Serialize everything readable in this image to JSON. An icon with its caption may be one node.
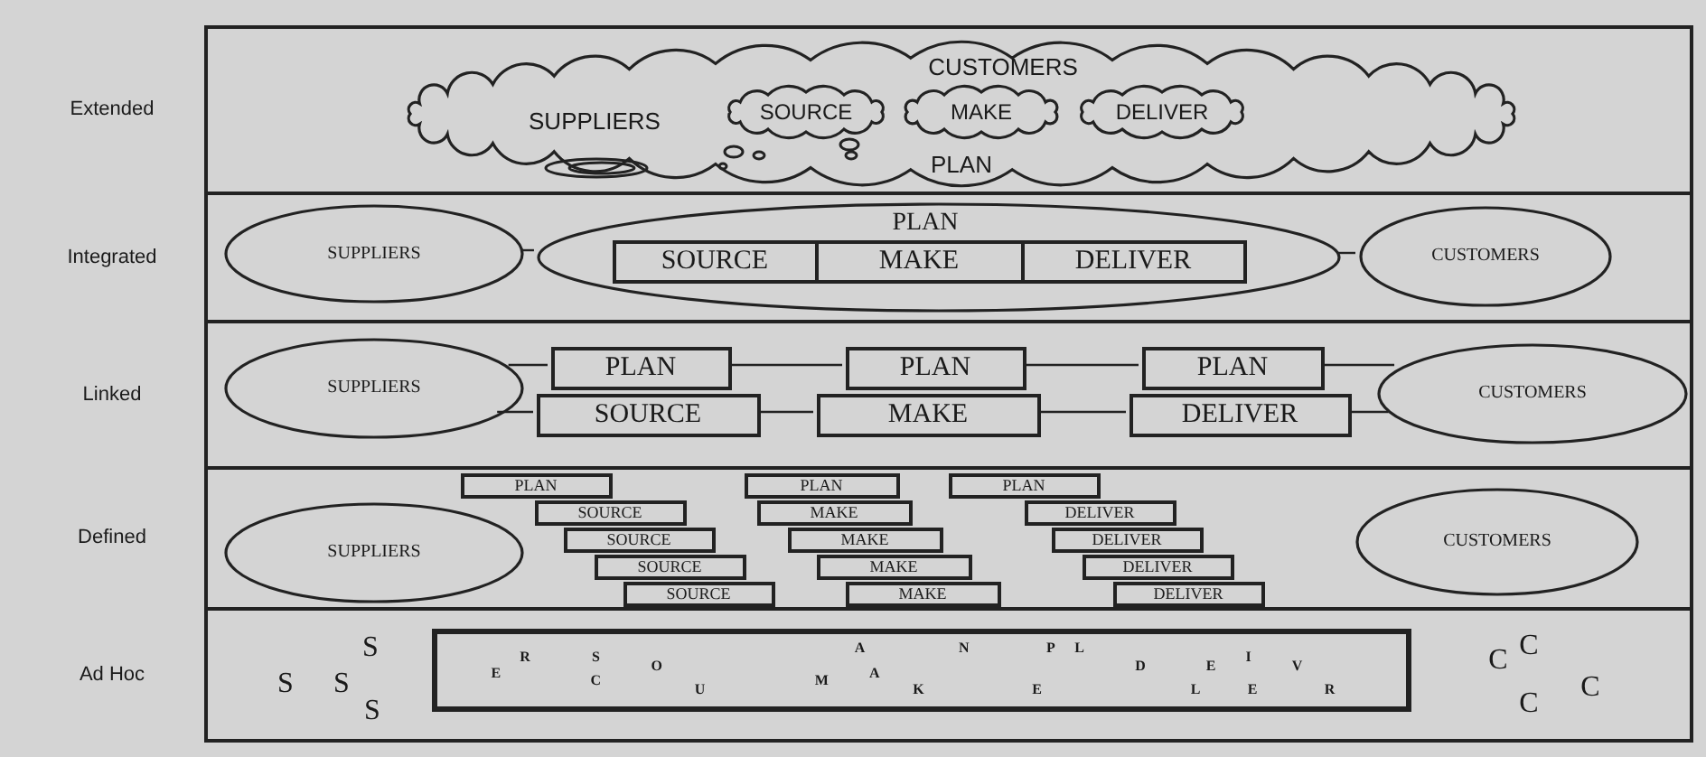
{
  "diagram": {
    "nodes": [
      {
        "text": [
          "Extended"
        ]
      },
      {
        "text": [
          "SUPPLIERS",
          "CUSTOMERS",
          "PLAN"
        ],
        "in": 0
      },
      {
        "text": [
          "SOURCE"
        ],
        "in": 1
      },
      {
        "text": [
          "MAKE"
        ],
        "in": 1
      },
      {
        "text": [
          "DELIVER"
        ],
        "in": 1
      },
      {
        "text": [
          "Integrated"
        ]
      },
      {
        "text": [
          "SUPPLIERS"
        ],
        "in": 5
      },
      {
        "text": [
          "PLAN"
        ],
        "in": 5
      },
      {
        "text": [
          "SOURCE"
        ],
        "in": 7
      },
      {
        "text": [
          "MAKE"
        ],
        "in": 7
      },
      {
        "text": [
          "DELIVER"
        ],
        "in": 7
      },
      {
        "text": [
          "CUSTOMERS"
        ],
        "in": 5
      },
      {
        "text": [
          "Linked"
        ]
      },
      {
        "text": [
          "SUPPLIERS"
        ],
        "in": 12
      },
      {
        "text": [
          "PLAN"
        ],
        "in": 12
      },
      {
        "text": [
          "SOURCE"
        ],
        "in": 12
      },
      {
        "text": [
          "PLAN"
        ],
        "in": 12
      },
      {
        "text": [
          "MAKE"
        ],
        "in": 12
      },
      {
        "text": [
          "PLAN"
        ],
        "in": 12
      },
      {
        "text": [
          "DELIVER"
        ],
        "in": 12
      },
      {
        "text": [
          "CUSTOMERS"
        ],
        "in": 12
      },
      {
        "text": [
          "Defined"
        ]
      },
      {
        "text": [
          "SUPPLIERS"
        ],
        "in": 21
      },
      {
        "text": [
          "PLAN"
        ],
        "in": 21
      },
      {
        "text": [
          "SOURCE"
        ],
        "in": 21
      },
      {
        "text": [
          "SOURCE"
        ],
        "in": 21
      },
      {
        "text": [
          "SOURCE"
        ],
        "in": 21
      },
      {
        "text": [
          "SOURCE"
        ],
        "in": 21
      },
      {
        "text": [
          "PLAN"
        ],
        "in": 21
      },
      {
        "text": [
          "MAKE"
        ],
        "in": 21
      },
      {
        "text": [
          "MAKE"
        ],
        "in": 21
      },
      {
        "text": [
          "MAKE"
        ],
        "in": 21
      },
      {
        "text": [
          "MAKE"
        ],
        "in": 21
      },
      {
        "text": [
          "PLAN"
        ],
        "in": 21
      },
      {
        "text": [
          "DELIVER"
        ],
        "in": 21
      },
      {
        "text": [
          "DELIVER"
        ],
        "in": 21
      },
      {
        "text": [
          "DELIVER"
        ],
        "in": 21
      },
      {
        "text": [
          "DELIVER"
        ],
        "in": 21
      },
      {
        "text": [
          "CUSTOMERS"
        ],
        "in": 21
      },
      {
        "text": [
          "Ad Hoc"
        ]
      },
      {
        "text": [
          "E",
          "R",
          "S",
          "C",
          "O",
          "U",
          "M",
          "A",
          "A",
          "K",
          "N",
          "E",
          "P",
          "L",
          "D",
          "L",
          "E",
          "I",
          "E",
          "V",
          "R"
        ],
        "in": 39
      }
    ],
    "edges": [
      {
        "from": 6,
        "to": 7,
        "arrow": "none"
      },
      {
        "from": 7,
        "to": 11,
        "arrow": "none"
      },
      {
        "from": 13,
        "to": 14,
        "arrow": "none"
      },
      {
        "from": 13,
        "to": 15,
        "arrow": "none"
      },
      {
        "from": 14,
        "to": 16,
        "arrow": "none"
      },
      {
        "from": 15,
        "to": 17,
        "arrow": "none"
      },
      {
        "from": 16,
        "to": 18,
        "arrow": "none"
      },
      {
        "from": 17,
        "to": 19,
        "arrow": "none"
      },
      {
        "from": 18,
        "to": 20,
        "arrow": "none"
      },
      {
        "from": 19,
        "to": 20,
        "arrow": "none"
      }
    ],
    "labels": [
      "S",
      "S",
      "S",
      "S",
      "C",
      "C",
      "C",
      "C"
    ]
  }
}
